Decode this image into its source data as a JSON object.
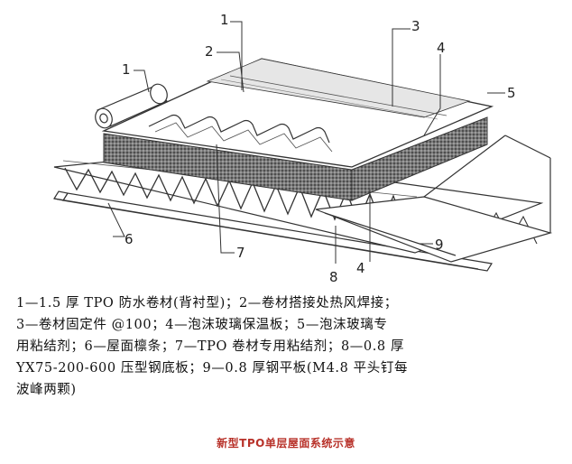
{
  "labels": {
    "l1_top": "1",
    "l2": "2",
    "l3": "3",
    "l4_top": "4",
    "l5": "5",
    "l1_left": "1",
    "l6": "6",
    "l7": "7",
    "l8": "8",
    "l4_bottom": "4",
    "l9": "9"
  },
  "legend": {
    "lines": [
      "1—1.5 厚 TPO 防水卷材(背衬型)；2—卷材搭接处热风焊接；",
      "3—卷材固定件 @100；4—泡沫玻璃保温板；5—泡沫玻璃专",
      "用粘结剂；6—屋面檩条；7—TPO 卷材专用粘结剂；8—0.8 厚",
      "YX75-200-600 压型钢底板；9—0.8 厚钢平板(M4.8 平头钉每",
      "波峰两颗)"
    ]
  },
  "caption": "新型TPO单层屋面系统示意",
  "colors": {
    "line": "#333333",
    "caption": "#b8322a"
  }
}
